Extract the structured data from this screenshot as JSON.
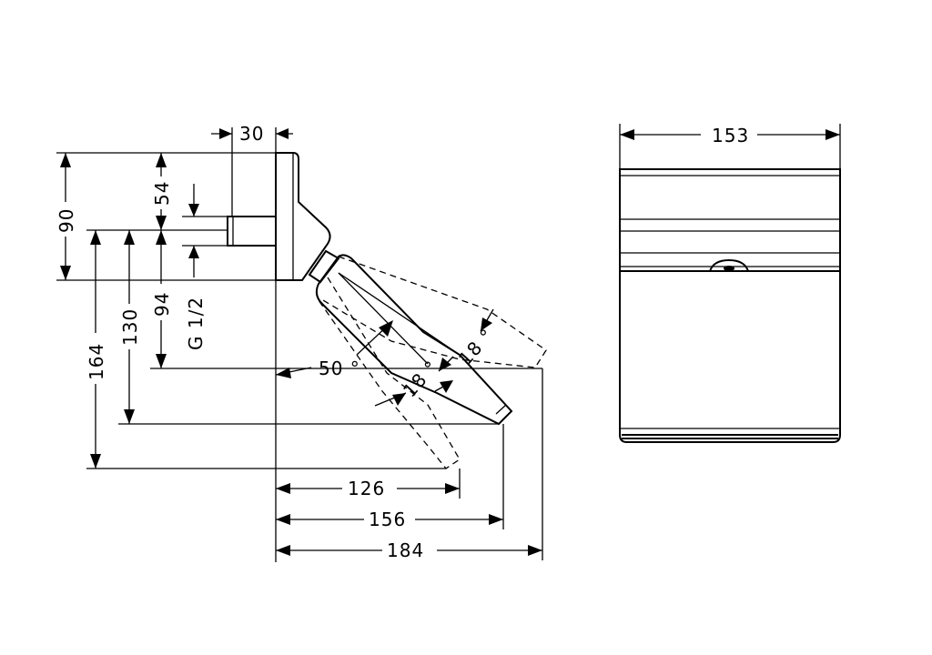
{
  "side_view": {
    "dimensions": {
      "wall_projection": "30",
      "height_top": "90",
      "outlet_offset": "54",
      "connection_drop": "94",
      "thread": "G 1/2",
      "drop_130": "130",
      "drop_164": "164",
      "angle_50": "50 °",
      "angle_18_upper": "18 °",
      "angle_18_lower": "18 °",
      "reach_126": "126",
      "reach_156": "156",
      "reach_184": "184"
    }
  },
  "front_view": {
    "dimensions": {
      "width": "153"
    }
  }
}
